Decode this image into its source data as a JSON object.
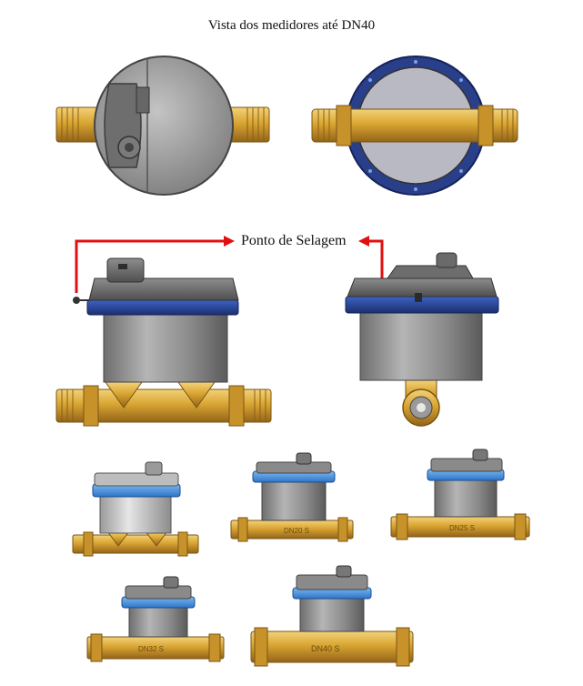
{
  "title": "Vista dos medidores até DN40",
  "callout": {
    "label": "Ponto de Selagem"
  },
  "meter_labels": {
    "small_a": "DN20 S",
    "small_b": "DN25 S",
    "medium": "DN32 S",
    "large": "DN40 S"
  },
  "colors": {
    "brass": "#d9a532",
    "brass_dark": "#a6741a",
    "brass_light": "#f1cf6e",
    "body_gray": "#8f8f8f",
    "body_light": "#c8c8c8",
    "lid_dark": "#5d5d5d",
    "ring_blue": "#23408c",
    "ring_light_blue": "#3a86d8",
    "callout_red": "#e01010"
  }
}
